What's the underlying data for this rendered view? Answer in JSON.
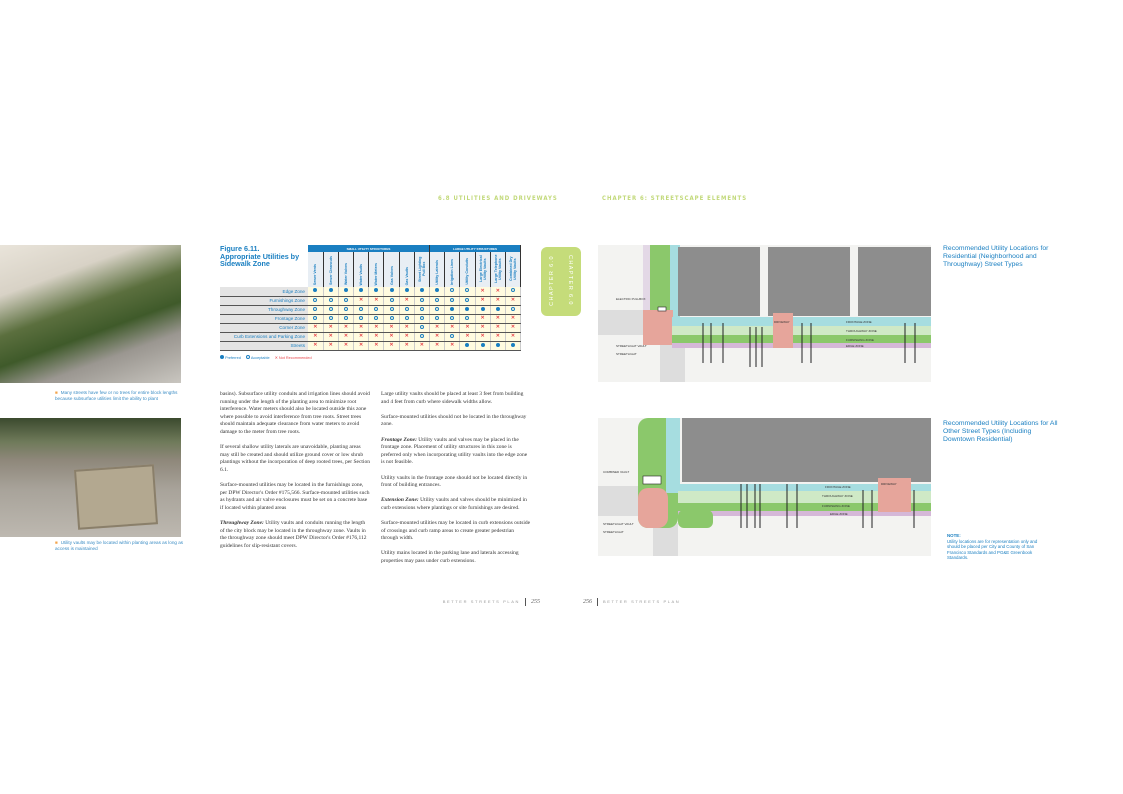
{
  "running_heads": {
    "left": "6.8 UTILITIES AND DRIVEWAYS",
    "right": "CHAPTER 6: STREETSCAPE ELEMENTS"
  },
  "captions": [
    "Many streets have few or no trees for entire block lengths because subsurface utilities limit the ability to plant",
    "Utility vaults may be located within planting areas as long as access is maintained"
  ],
  "figure": {
    "number": "Figure 6.11.",
    "title": "Appropriate Utilities by Sidewalk Zone",
    "groups": [
      {
        "label": "SMALL UTILITY STRUCTURES",
        "span": 8
      },
      {
        "label": "LARGE UTILITY STRUCTURES",
        "span": 6
      }
    ],
    "columns": [
      "Sewer Vents",
      "Sewer Cleanouts",
      "Water Valves",
      "Water Vaults",
      "Water Meters",
      "Gas Valves",
      "Gas Vaults",
      "Street Lighting Pull Box",
      "Utility Laterals",
      "Irrigation Lines",
      "Utility Conduits",
      "Large Electrical Utility Vaults",
      "Large Telephone Utility Vaults",
      "Combined Dry Utility Vaults"
    ],
    "rows": [
      {
        "label": "Edge Zone",
        "values": [
          "P",
          "P",
          "P",
          "P",
          "P",
          "P",
          "P",
          "P",
          "P",
          "A",
          "A",
          "X",
          "X",
          "A"
        ]
      },
      {
        "label": "Furnishings Zone",
        "values": [
          "A",
          "A",
          "A",
          "X",
          "X",
          "A",
          "X",
          "A",
          "A",
          "A",
          "A",
          "X",
          "X",
          "X"
        ]
      },
      {
        "label": "Throughway Zone",
        "values": [
          "A",
          "A",
          "A",
          "A",
          "A",
          "A",
          "A",
          "A",
          "A",
          "P",
          "P",
          "P",
          "P",
          "A"
        ]
      },
      {
        "label": "Frontage Zone",
        "values": [
          "A",
          "A",
          "A",
          "A",
          "A",
          "A",
          "A",
          "A",
          "A",
          "A",
          "A",
          "X",
          "X",
          "X"
        ]
      },
      {
        "label": "Corner Zone",
        "values": [
          "X",
          "X",
          "X",
          "X",
          "X",
          "X",
          "X",
          "A",
          "X",
          "X",
          "X",
          "X",
          "X",
          "X"
        ]
      },
      {
        "label": "Curb Extensions and Parking Zone",
        "values": [
          "X",
          "X",
          "X",
          "X",
          "X",
          "X",
          "X",
          "A",
          "X",
          "A",
          "X",
          "X",
          "X",
          "X"
        ]
      },
      {
        "label": "Streets",
        "values": [
          "X",
          "X",
          "X",
          "X",
          "X",
          "X",
          "X",
          "X",
          "X",
          "X",
          "P",
          "P",
          "P",
          "P"
        ]
      }
    ],
    "legend": {
      "P": "Preferred",
      "A": "Acceptable",
      "X": "Not Recommended"
    }
  },
  "col1": [
    "basins). Subsurface utility conduits and irrigation lines should avoid running under the length of the planting area to minimize root interference. Water meters should also be located outside this zone where possible to avoid interference from tree roots. Street trees should maintain adequate clearance from water meters to avoid damage to the meter from tree roots.",
    "If several shallow utility laterals are unavoidable, planting areas may still be created and should utilize ground cover or low shrub plantings without the incorporation of deep rooted trees, per Section 6.1.",
    "Surface-mounted utilities may be located in the furnishings zone, per DPW Director's Order #175,566. Surface-mounted utilities such as hydrants and air valve enclosures must be set on a concrete base if located within planted areas"
  ],
  "col1_throughway": {
    "lead": "Throughway Zone:",
    "text": " Utility vaults and conduits running the length of the city block may be located in the throughway zone. Vaults in the throughway zone should meet DPW Director's Order #176,112 guidelines for slip-resistant covers."
  },
  "col2": [
    "Large utility vaults should be placed at least 3 feet from building and 4 feet from curb where sidewalk widths allow.",
    "Surface-mounted utilities should not be located in the throughway zone."
  ],
  "col2_frontage": {
    "lead": "Frontage Zone:",
    "text": " Utility vaults and valves may be placed in the frontage zone. Placement of utility structures in this zone is preferred only when incorporating utility vaults into the edge zone is not feasible."
  },
  "col2_mid": "Utility vaults in the frontage zone should not be located directly in front of building entrances.",
  "col2_extension": {
    "lead": "Extension Zone:",
    "text": " Utility vaults and valves should be minimized in curb extensions where plantings or site furnishings are desired."
  },
  "col2_end": [
    "Surface-mounted utilities may be located in curb extensions outside of crossings and curb ramp areas to create greater pedestrian through width.",
    "Utility mains located in the parking lane and laterals accessing properties may pass under curb extensions."
  ],
  "chapter_tab": "CHAPTER 6.0",
  "diagram1": {
    "title": "Recommended Utility Locations for Residential (Neighborhood and Throughway) Street Types",
    "labels": {
      "pullbox": "ELECTRIC PULLBOX",
      "vault": "STREETLIGHT VAULT",
      "light": "STREETLIGHT",
      "driveway": "DRIVEWAY",
      "frontage": "FRONTAGE ZONE",
      "throughway": "THROUGHWAY ZONE",
      "furnishing": "FURNISHING ZONE",
      "edge": "EDGE ZONE"
    }
  },
  "diagram2": {
    "title": "Recommended Utility Locations for All Other Street Types (Including Downtown Residential)",
    "labels": {
      "combined": "COMBINED VAULT",
      "vault": "STREETLIGHT VAULT",
      "light": "STREETLIGHT",
      "driveway": "DRIVEWAY",
      "frontage": "FRONTAGE ZONE",
      "throughway": "THROUGHWAY ZONE",
      "furnishing": "FURNISHING ZONE",
      "edge": "EDGE ZONE"
    }
  },
  "note": {
    "label": "NOTE:",
    "text": "Utility locations are for representation only and should be placed per City and County of San Francisco Standards and PG&E Greenbook Standards."
  },
  "footer": {
    "left_label": "BETTER STREETS PLAN",
    "left_page": "255",
    "right_page": "256",
    "right_label": "BETTER STREETS PLAN"
  },
  "colors": {
    "blue": "#1a7fc1",
    "green": "#c5dc7a",
    "red": "#e8454a"
  }
}
